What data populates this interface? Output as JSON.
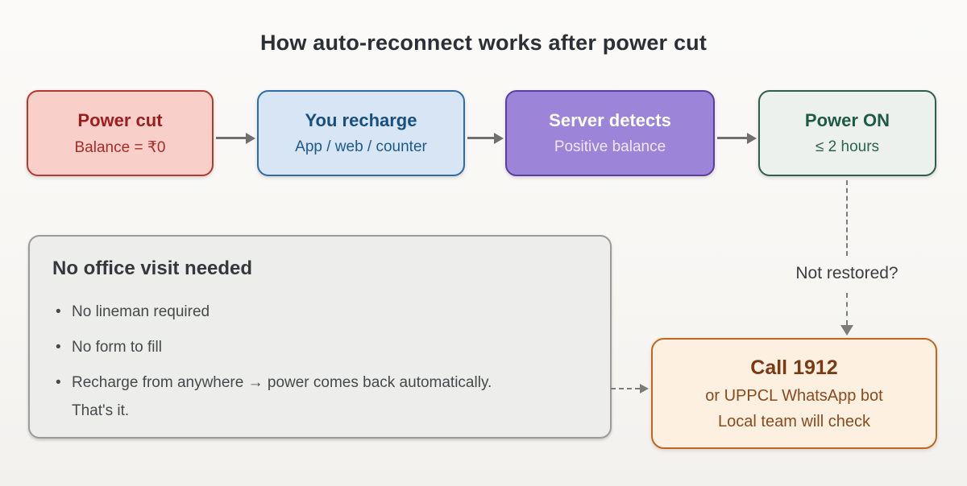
{
  "title": "How auto-reconnect works after power cut",
  "flow": {
    "steps": [
      {
        "title": "Power cut",
        "subtitle": "Balance = ₹0",
        "bg": "#f8cfc9",
        "border": "#b23a31",
        "text": "#9f1d1c"
      },
      {
        "title": "You recharge",
        "subtitle": "App / web / counter",
        "bg": "#d7e5f4",
        "border": "#2d6da6",
        "text": "#17507e"
      },
      {
        "title": "Server detects",
        "subtitle": "Positive balance",
        "bg": "#9c84d9",
        "border": "#5a3da0",
        "text": "#ffffff"
      },
      {
        "title": "Power ON",
        "subtitle": "≤ 2 hours",
        "bg": "#edf1ed",
        "border": "#2d5f4b",
        "text": "#1f5948"
      }
    ],
    "arrow_color": "#6f6f6f"
  },
  "branch": {
    "label": "Not restored?",
    "dash_color": "#7b7b7b"
  },
  "escalation": {
    "title": "Call 1912",
    "line2": "or UPPCL WhatsApp bot",
    "line3": "Local team will check",
    "bg": "#fdf0e1",
    "border": "#c2661f",
    "text": "#7d3a12"
  },
  "note": {
    "heading": "No office visit needed",
    "bullets": [
      "No lineman required",
      "No form to fill",
      "Recharge from anywhere → power comes back automatically. That's it."
    ],
    "bg": "#ededeb",
    "border": "#9b9b9b"
  }
}
